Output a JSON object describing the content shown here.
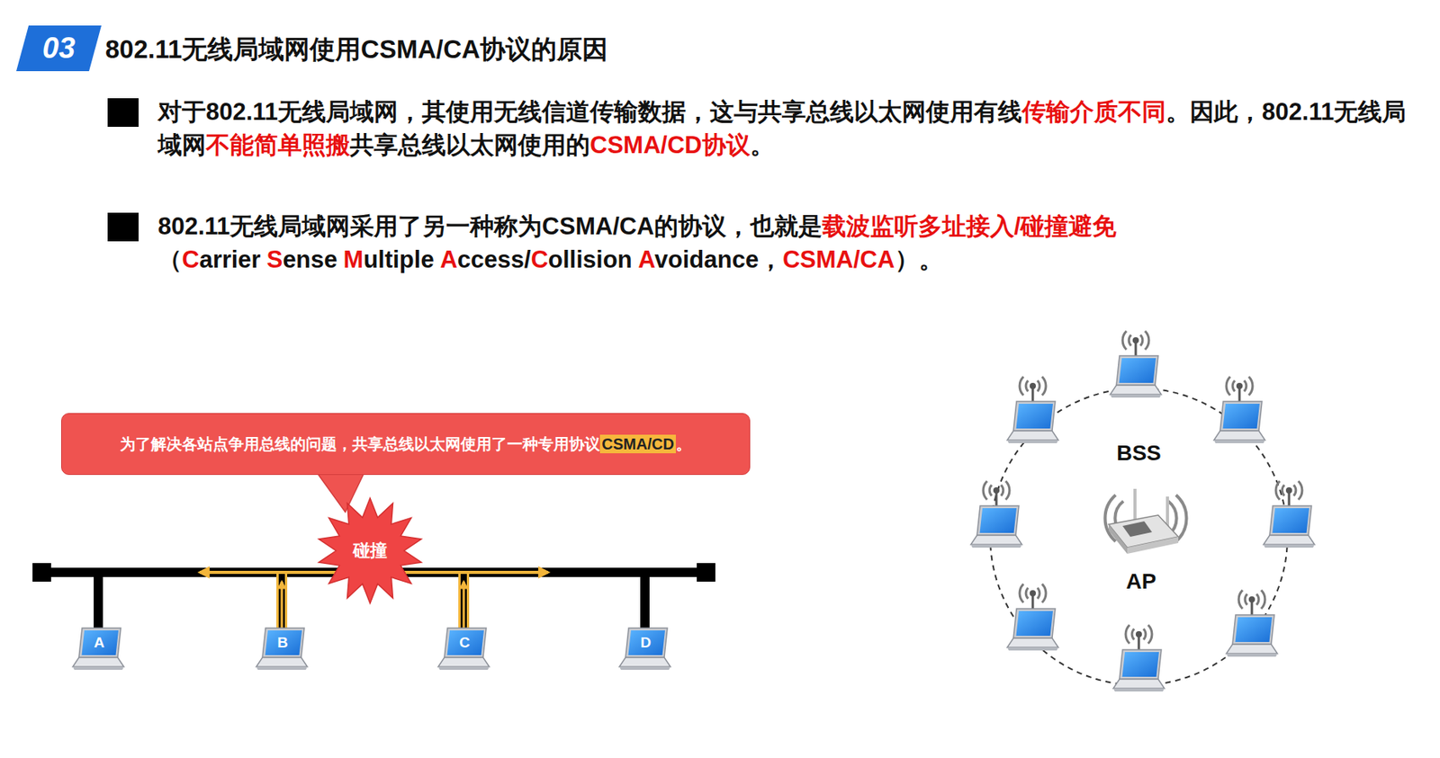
{
  "diagram": {
    "title": "802.11无线局域网使用CSMA/CA协议的原因",
    "nodes": [
      {
        "text": [
          "03"
        ]
      },
      {
        "text": [
          "为了解决各站点争用总线的问题，共享总线以太网使用了一种专用协议",
          "CSMA/CD",
          "。"
        ]
      },
      {
        "text": [
          "碰撞"
        ]
      },
      {
        "text": [
          "A"
        ]
      },
      {
        "text": [
          "B"
        ]
      },
      {
        "text": [
          "C"
        ]
      },
      {
        "text": [
          "D"
        ]
      }
    ],
    "labels": [
      "对于802.11无线局域网，其使用无线信道传输数据，这与共享总线以太网使用有线",
      "传输介质不同",
      "。因此，802.11无线局域网",
      "不能简单照搬",
      "共享总线以太网使用的",
      "CSMA/CD协议",
      "。",
      "802.11无线局域网采用了另一种称为CSMA/CA的协议，也就是",
      "载波监听多址接入/碰撞避免",
      "（",
      "C",
      "arrier",
      "S",
      "ense",
      "M",
      "ultiple",
      "A",
      "ccess/",
      "C",
      "ollision",
      "A",
      "voidance，",
      "CSMA/CA",
      "）。",
      "BSS",
      "AP"
    ]
  }
}
